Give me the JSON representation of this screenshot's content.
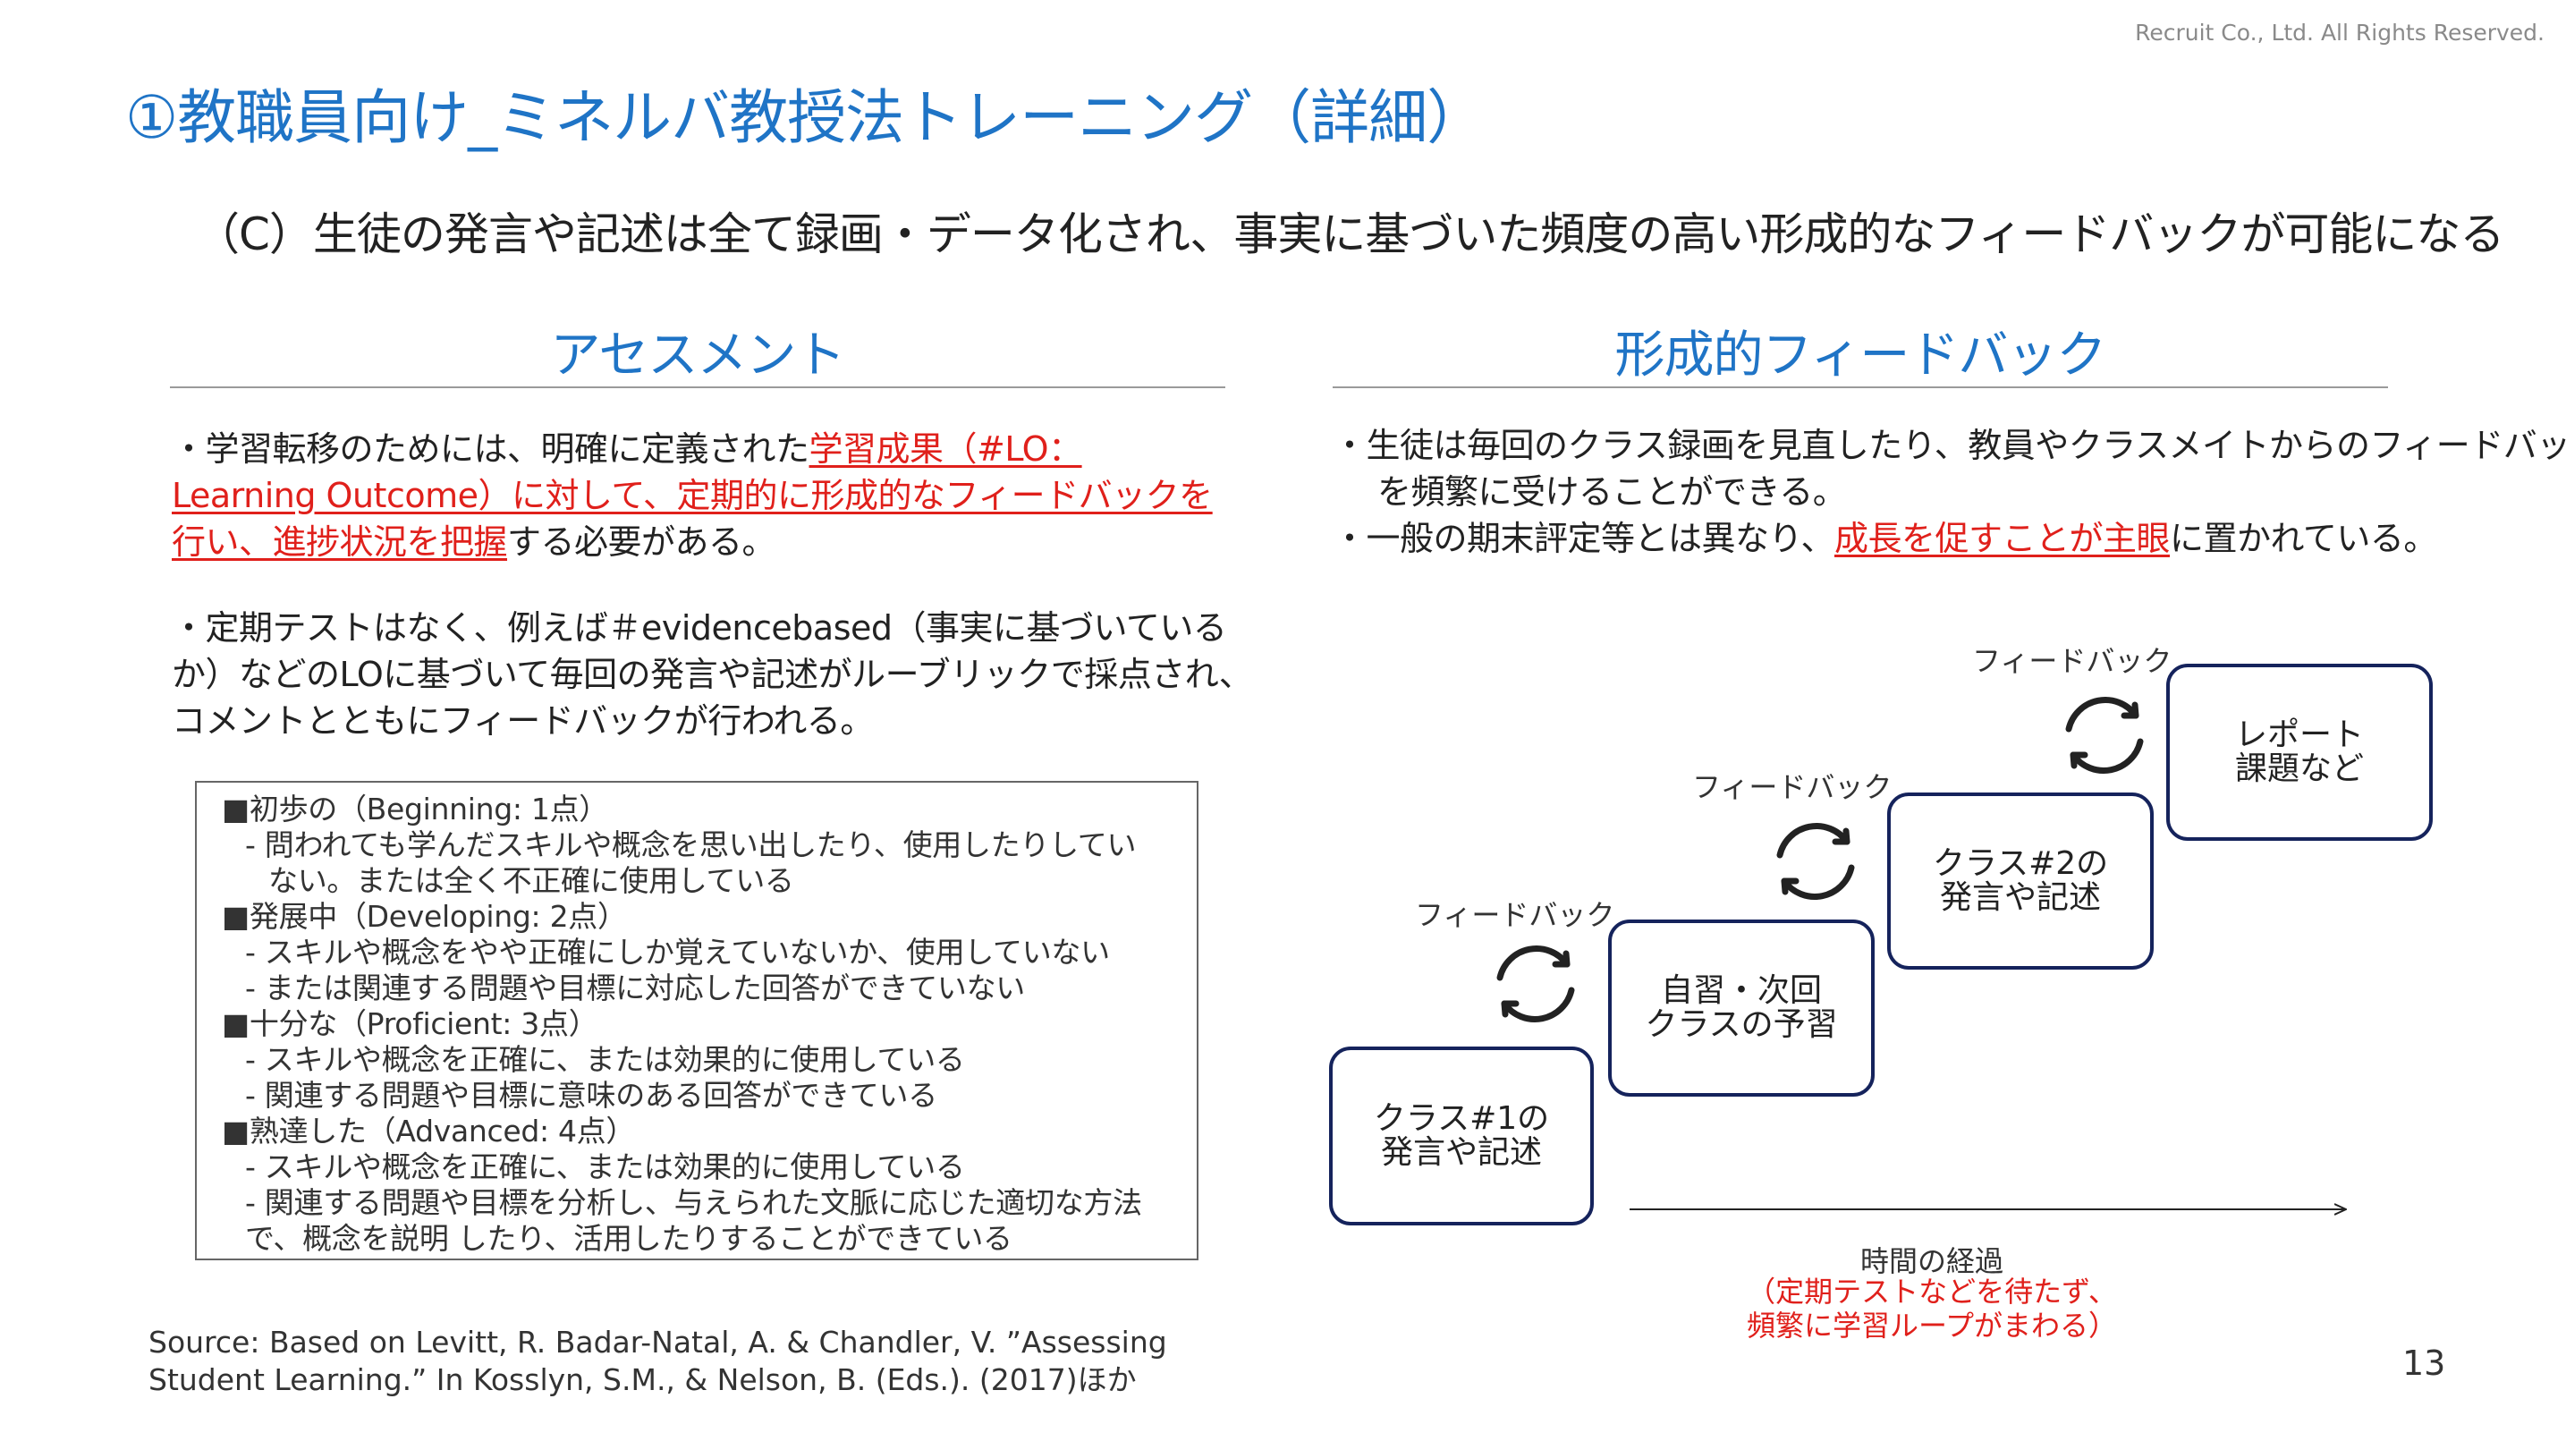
{
  "copyright": "Recruit Co., Ltd. All Rights Reserved.",
  "title": "①教職員向け_ミネルバ教授法トレーニング（詳細）",
  "subtitle": "（C）生徒の発言や記述は全て録画・データ化され、事実に基づいた頻度の高い形成的なフィードバックが可能になる",
  "assessment": {
    "heading": "アセスメント",
    "p1": {
      "line1_prefix": "・学習転移のためには、明確に定義された",
      "line1_red": "学習成果（#LO：",
      "line2_red": "Learning Outcome）に対して、定期的に形成的なフィードバックを",
      "line3_red": "行い、進捗状況を把握",
      "line3_suffix": "する必要がある。"
    },
    "p2": {
      "line1": "・定期テストはなく、例えば＃evidencebased（事実に基づいている",
      "line2": "か）などのLOに基づいて毎回の発言や記述がルーブリックで採点され、",
      "line3": "コメントとともにフィードバックが行われる。"
    },
    "rubric": [
      "■初歩の（Beginning: 1点）",
      "- 問われても学んだスキルや概念を思い出したり、使用したりしてい",
      "ない。または全く不正確に使用している",
      "■発展中（Developing: 2点）",
      "- スキルや概念をやや正確にしか覚えていないか、使用していない",
      "- または関連する問題や目標に対応した回答ができていない",
      "■十分な（Proficient: 3点）",
      "- スキルや概念を正確に、または効果的に使用している",
      "- 関連する問題や目標に意味のある回答ができている",
      "■熟達した（Advanced: 4点）",
      "- スキルや概念を正確に、または効果的に使用している",
      "- 関連する問題や目標を分析し、与えられた文脈に応じた適切な方法",
      "で、概念を説明 したり、活用したりすることができている"
    ]
  },
  "feedback": {
    "heading": "形成的フィードバック",
    "b1": {
      "line1": "・生徒は毎回のクラス録画を見直したり、教員やクラスメイトからのフィードバック",
      "line2": "を頻繁に受けることができる。"
    },
    "b2": {
      "prefix": "・一般の期末評定等とは異なり、",
      "red": "成長を促すことが主眼",
      "suffix": "に置かれている。"
    },
    "diagram": {
      "step1": [
        "クラス#1の",
        "発言や記述"
      ],
      "step2": [
        "自習・次回",
        "クラスの予習"
      ],
      "step3": [
        "クラス#2の",
        "発言や記述"
      ],
      "step4": [
        "レポート",
        "課題など"
      ],
      "feedback_label": "フィードバック",
      "time_label": "時間の経過",
      "time_note": [
        "（定期テストなどを待たず、",
        "頻繁に学習ループがまわる）"
      ]
    }
  },
  "source": [
    "Source: Based on Levitt, R. Badar-Natal, A. & Chandler, V. ”Assessing",
    "Student Learning.” In Kosslyn, S.M., & Nelson, B. (Eds.). (2017)ほか"
  ],
  "page_number": "13",
  "colors": {
    "title_blue": "#1f74c6",
    "highlight_red": "#e0201b",
    "box_navy": "#15235c"
  }
}
